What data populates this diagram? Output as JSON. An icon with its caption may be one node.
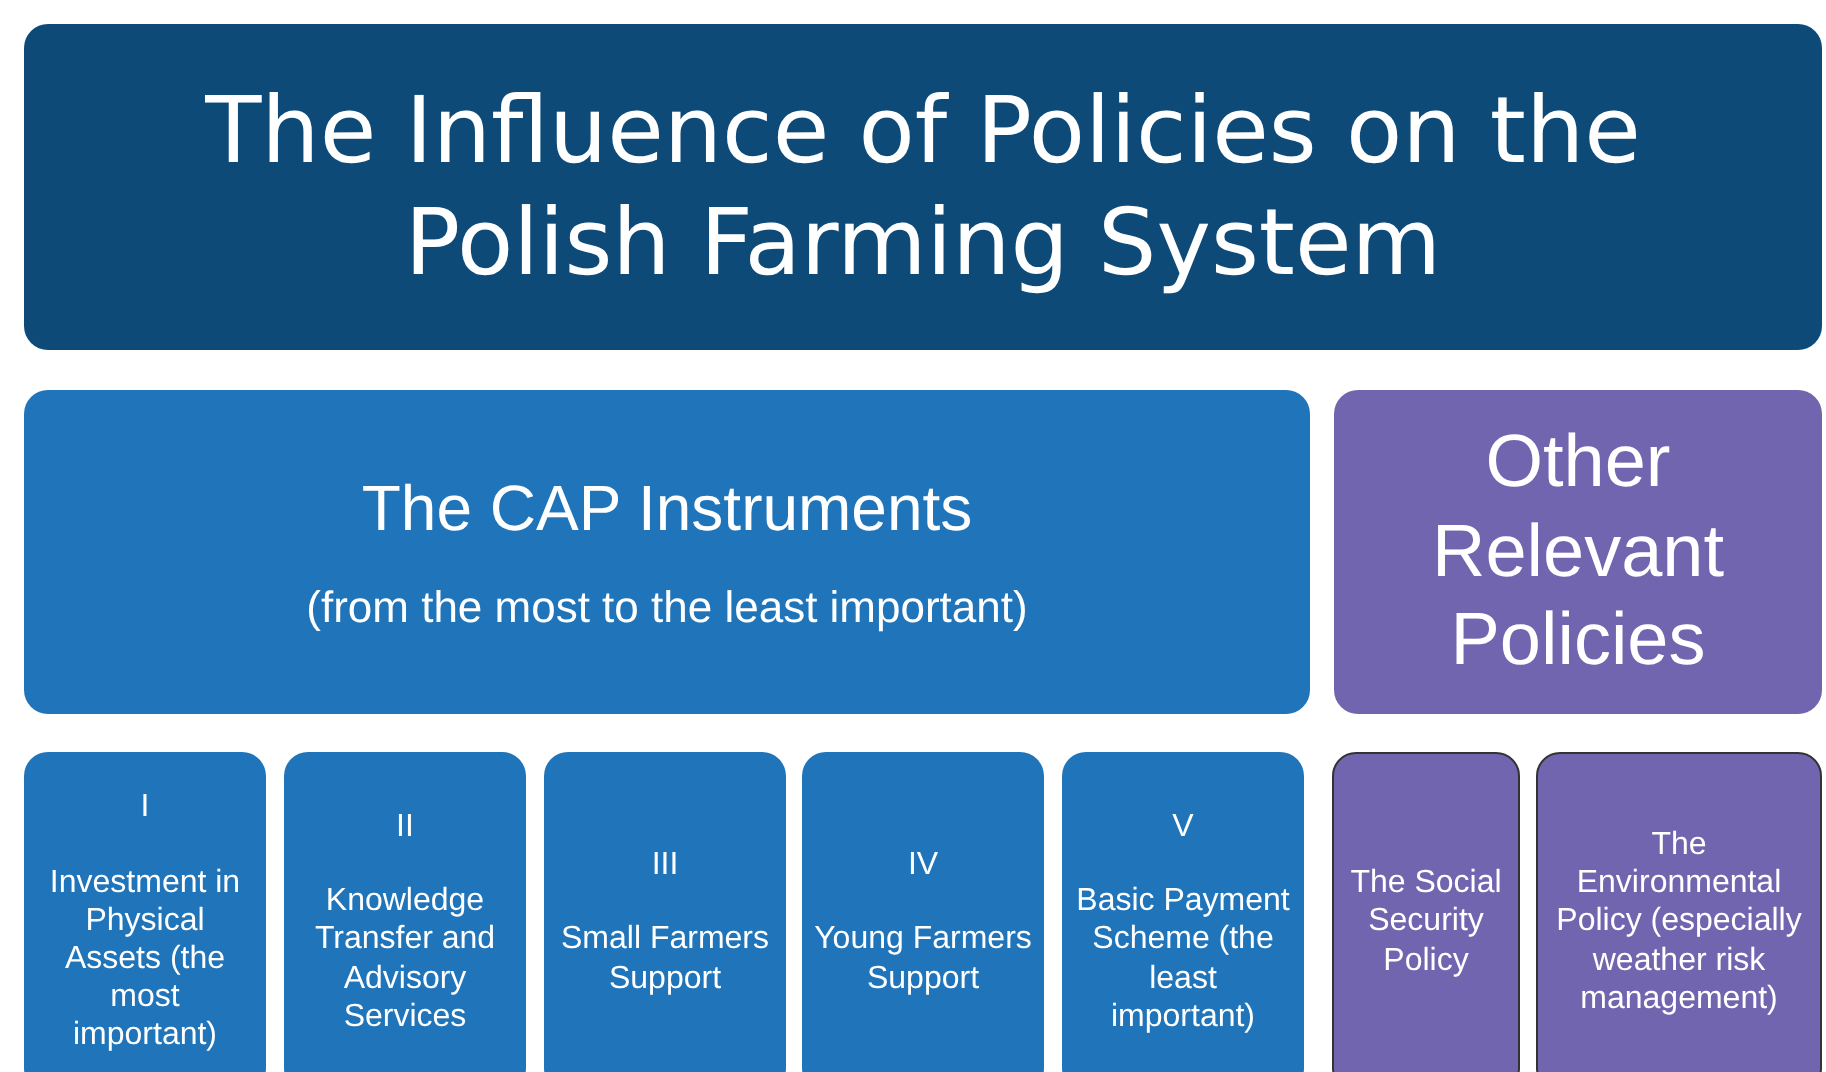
{
  "diagram": {
    "nodes": [
      {
        "text": [
          "The Influence of Policies on the Polish Farming System"
        ]
      },
      {
        "text": [
          "The CAP Instruments",
          "(from the most to the least important)"
        ]
      },
      {
        "text": [
          "Other Relevant Policies"
        ]
      },
      {
        "text": [
          "I",
          "Investment in Physical Assets (the most important)"
        ]
      },
      {
        "text": [
          "II",
          "Knowledge Transfer and Advisory Services"
        ]
      },
      {
        "text": [
          "III",
          "Small Farmers Support"
        ]
      },
      {
        "text": [
          "IV",
          "Young Farmers Support"
        ]
      },
      {
        "text": [
          "V",
          "Basic Payment Scheme (the least important)"
        ]
      },
      {
        "text": [
          "The Social Security Policy"
        ]
      },
      {
        "text": [
          "The Environmental Policy (especially weather risk management)"
        ]
      }
    ]
  }
}
